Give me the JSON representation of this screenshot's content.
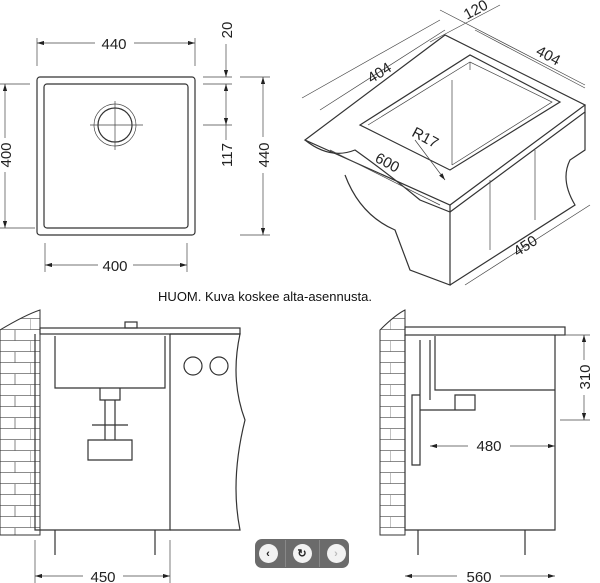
{
  "top_view": {
    "width_outer": "440",
    "depth_outer": "440",
    "width_inner": "400",
    "depth_inner": "400",
    "rim": "20",
    "drain_offset": "117"
  },
  "iso_view": {
    "rim_width": "120",
    "bowl_width": "404",
    "bowl_depth": "404",
    "radius": "R17",
    "counter_width": "600",
    "cabinet_depth": "450"
  },
  "note": "HUOM. Kuva koskee alta-asennusta.",
  "front_view": {
    "cabinet_width": "450"
  },
  "side_view": {
    "cabinet_depth": "560",
    "bowl_height": "310",
    "drain_distance": "480"
  },
  "controls": {
    "prev_icon": "‹",
    "rotate_icon": "↻",
    "next_icon": "›"
  }
}
